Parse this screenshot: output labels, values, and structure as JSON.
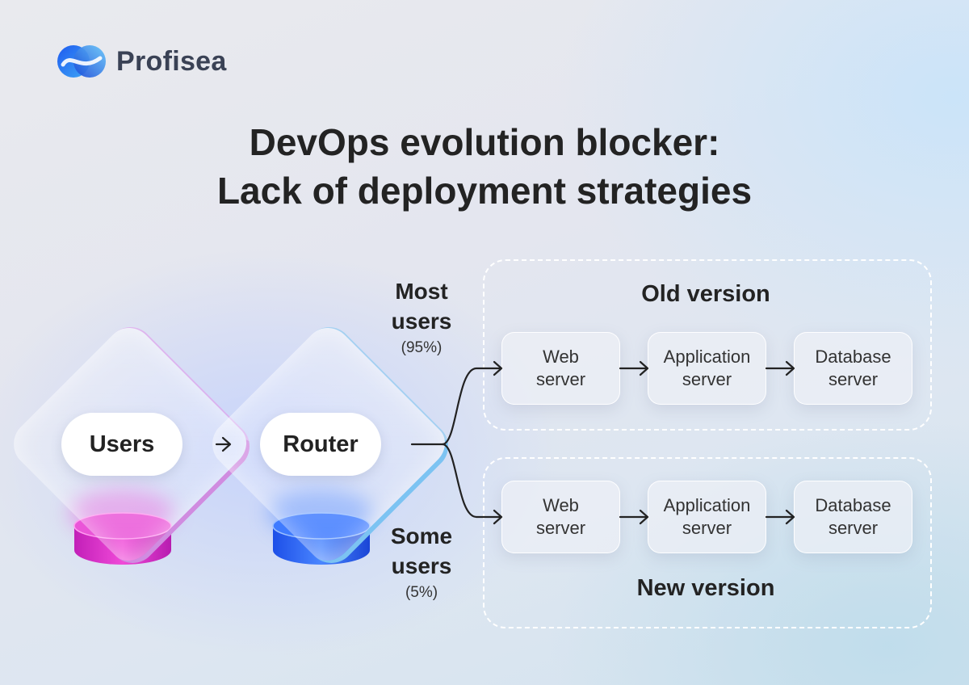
{
  "brand": {
    "name": "Profisea"
  },
  "title": {
    "line1": "DevOps evolution blocker:",
    "line2": "Lack of deployment strategies"
  },
  "nodes": {
    "users": "Users",
    "router": "Router"
  },
  "flows": {
    "most": {
      "line1": "Most",
      "line2": "users",
      "pct": "(95%)"
    },
    "some": {
      "line1": "Some",
      "line2": "users",
      "pct": "(5%)"
    }
  },
  "old_version": {
    "label": "Old version",
    "servers": [
      {
        "line1": "Web",
        "line2": "server"
      },
      {
        "line1": "Application",
        "line2": "server"
      },
      {
        "line1": "Database",
        "line2": "server"
      }
    ]
  },
  "new_version": {
    "label": "New version",
    "servers": [
      {
        "line1": "Web",
        "line2": "server"
      },
      {
        "line1": "Application",
        "line2": "server"
      },
      {
        "line1": "Database",
        "line2": "server"
      }
    ]
  },
  "colors": {
    "users_accent": "#e43ad0",
    "router_accent": "#2f6bff",
    "arrow": "#222222"
  }
}
